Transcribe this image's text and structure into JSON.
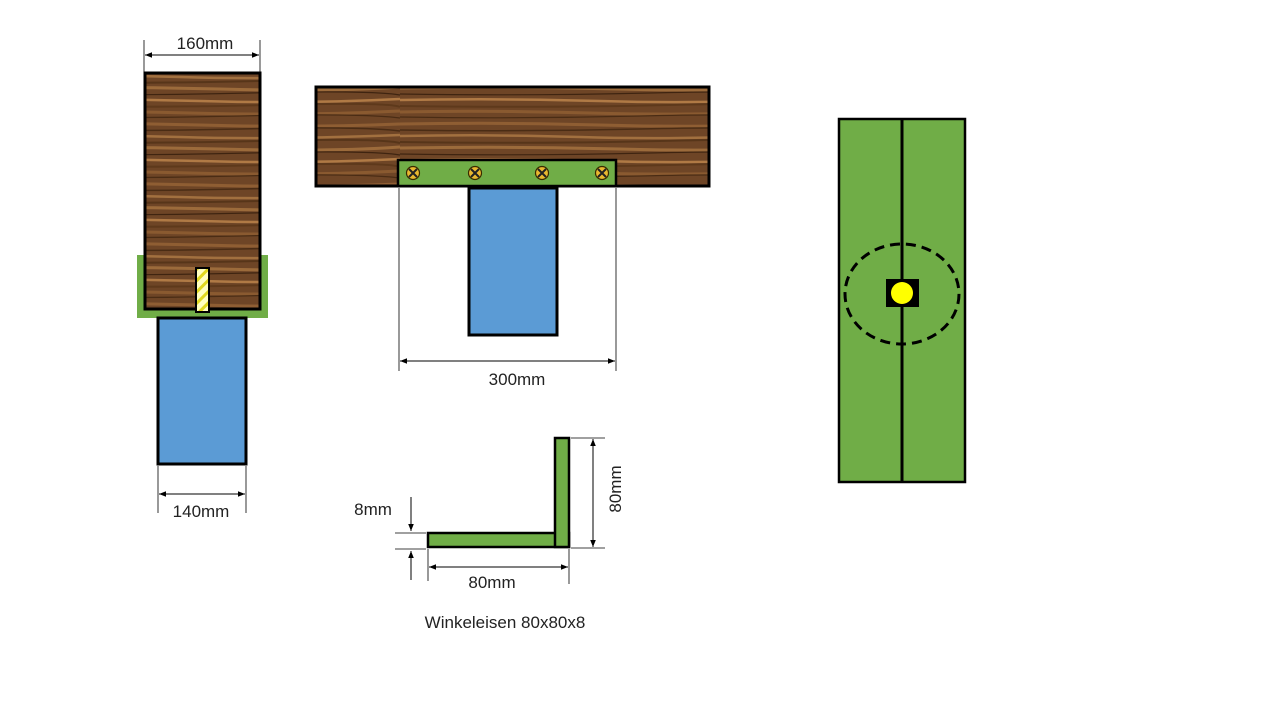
{
  "dimensions": {
    "beam_width": "160mm",
    "post_width": "140mm",
    "plate_length": "300mm",
    "angle_thickness": "8mm",
    "angle_height": "80mm",
    "angle_leg": "80mm"
  },
  "caption": "Winkeleisen 80x80x8",
  "colors": {
    "wood_dark": "#5a3a1c",
    "wood_mid": "#7a5030",
    "wood_light": "#9a6a3c",
    "steel_green": "#70ad47",
    "post_blue": "#5b9bd5",
    "bolt_yellow": "#ffff00",
    "screw_gold": "#e8b830",
    "outline": "#000000"
  },
  "icons": [
    "screw-icon",
    "bolt-icon"
  ]
}
